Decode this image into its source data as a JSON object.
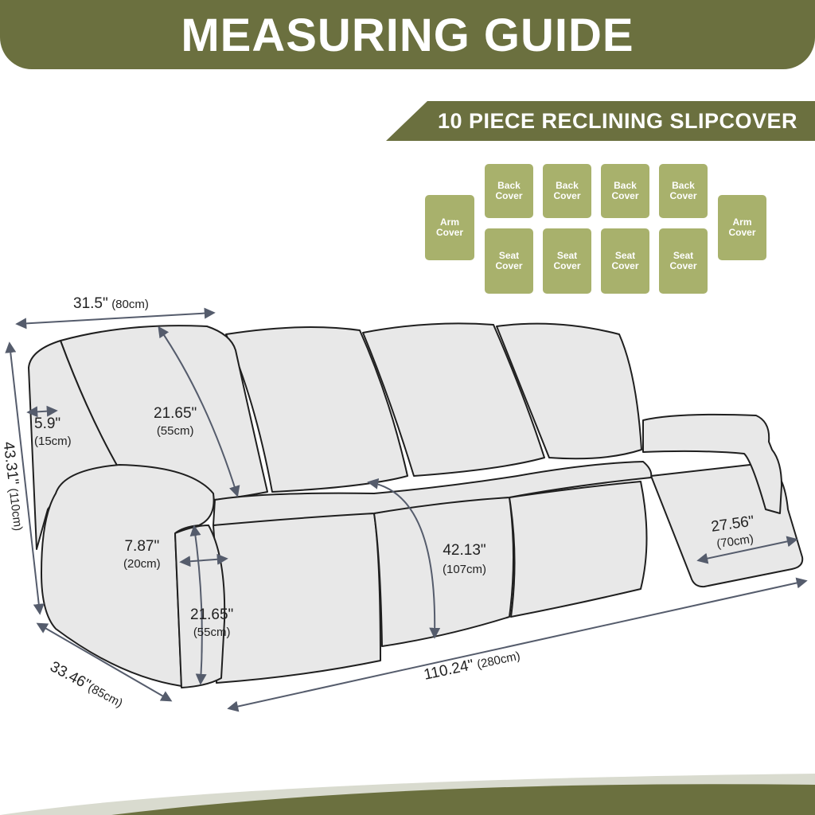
{
  "header": {
    "title": "MEASURING GUIDE"
  },
  "banner": {
    "title": "10 PIECE RECLINING SLIPCOVER"
  },
  "pieces": {
    "arm_left": "Arm\nCover",
    "arm_right": "Arm\nCover",
    "back": [
      "Back\nCover",
      "Back\nCover",
      "Back\nCover",
      "Back\nCover"
    ],
    "seat": [
      "Seat\nCover",
      "Seat\nCover",
      "Seat\nCover",
      "Seat\nCover"
    ]
  },
  "dimensions": {
    "arm_width": {
      "in": "31.5\"",
      "cm": "(80cm)"
    },
    "height": {
      "in": "43.31\"",
      "cm": "(110cm)"
    },
    "arm_top": {
      "in": "5.9\"",
      "cm": "(15cm)"
    },
    "back_height": {
      "in": "21.65\"",
      "cm": "(55cm)"
    },
    "arm_front_width": {
      "in": "7.87\"",
      "cm": "(20cm)"
    },
    "arm_front_height": {
      "in": "21.65\"",
      "cm": "(55cm)"
    },
    "depth": {
      "in": "33.46\"",
      "cm": "(85cm)"
    },
    "length": {
      "in": "110.24\"",
      "cm": "(280cm)"
    },
    "seat_depth": {
      "in": "42.13\"",
      "cm": "(107cm)"
    },
    "footrest": {
      "in": "27.56\"",
      "cm": "(70cm)"
    }
  },
  "colors": {
    "olive": "#6b703f",
    "light_olive": "#a8b16c",
    "sofa_fill": "#e8e8e8",
    "outline": "#1f1f1f",
    "dim_line": "#555c6c"
  }
}
